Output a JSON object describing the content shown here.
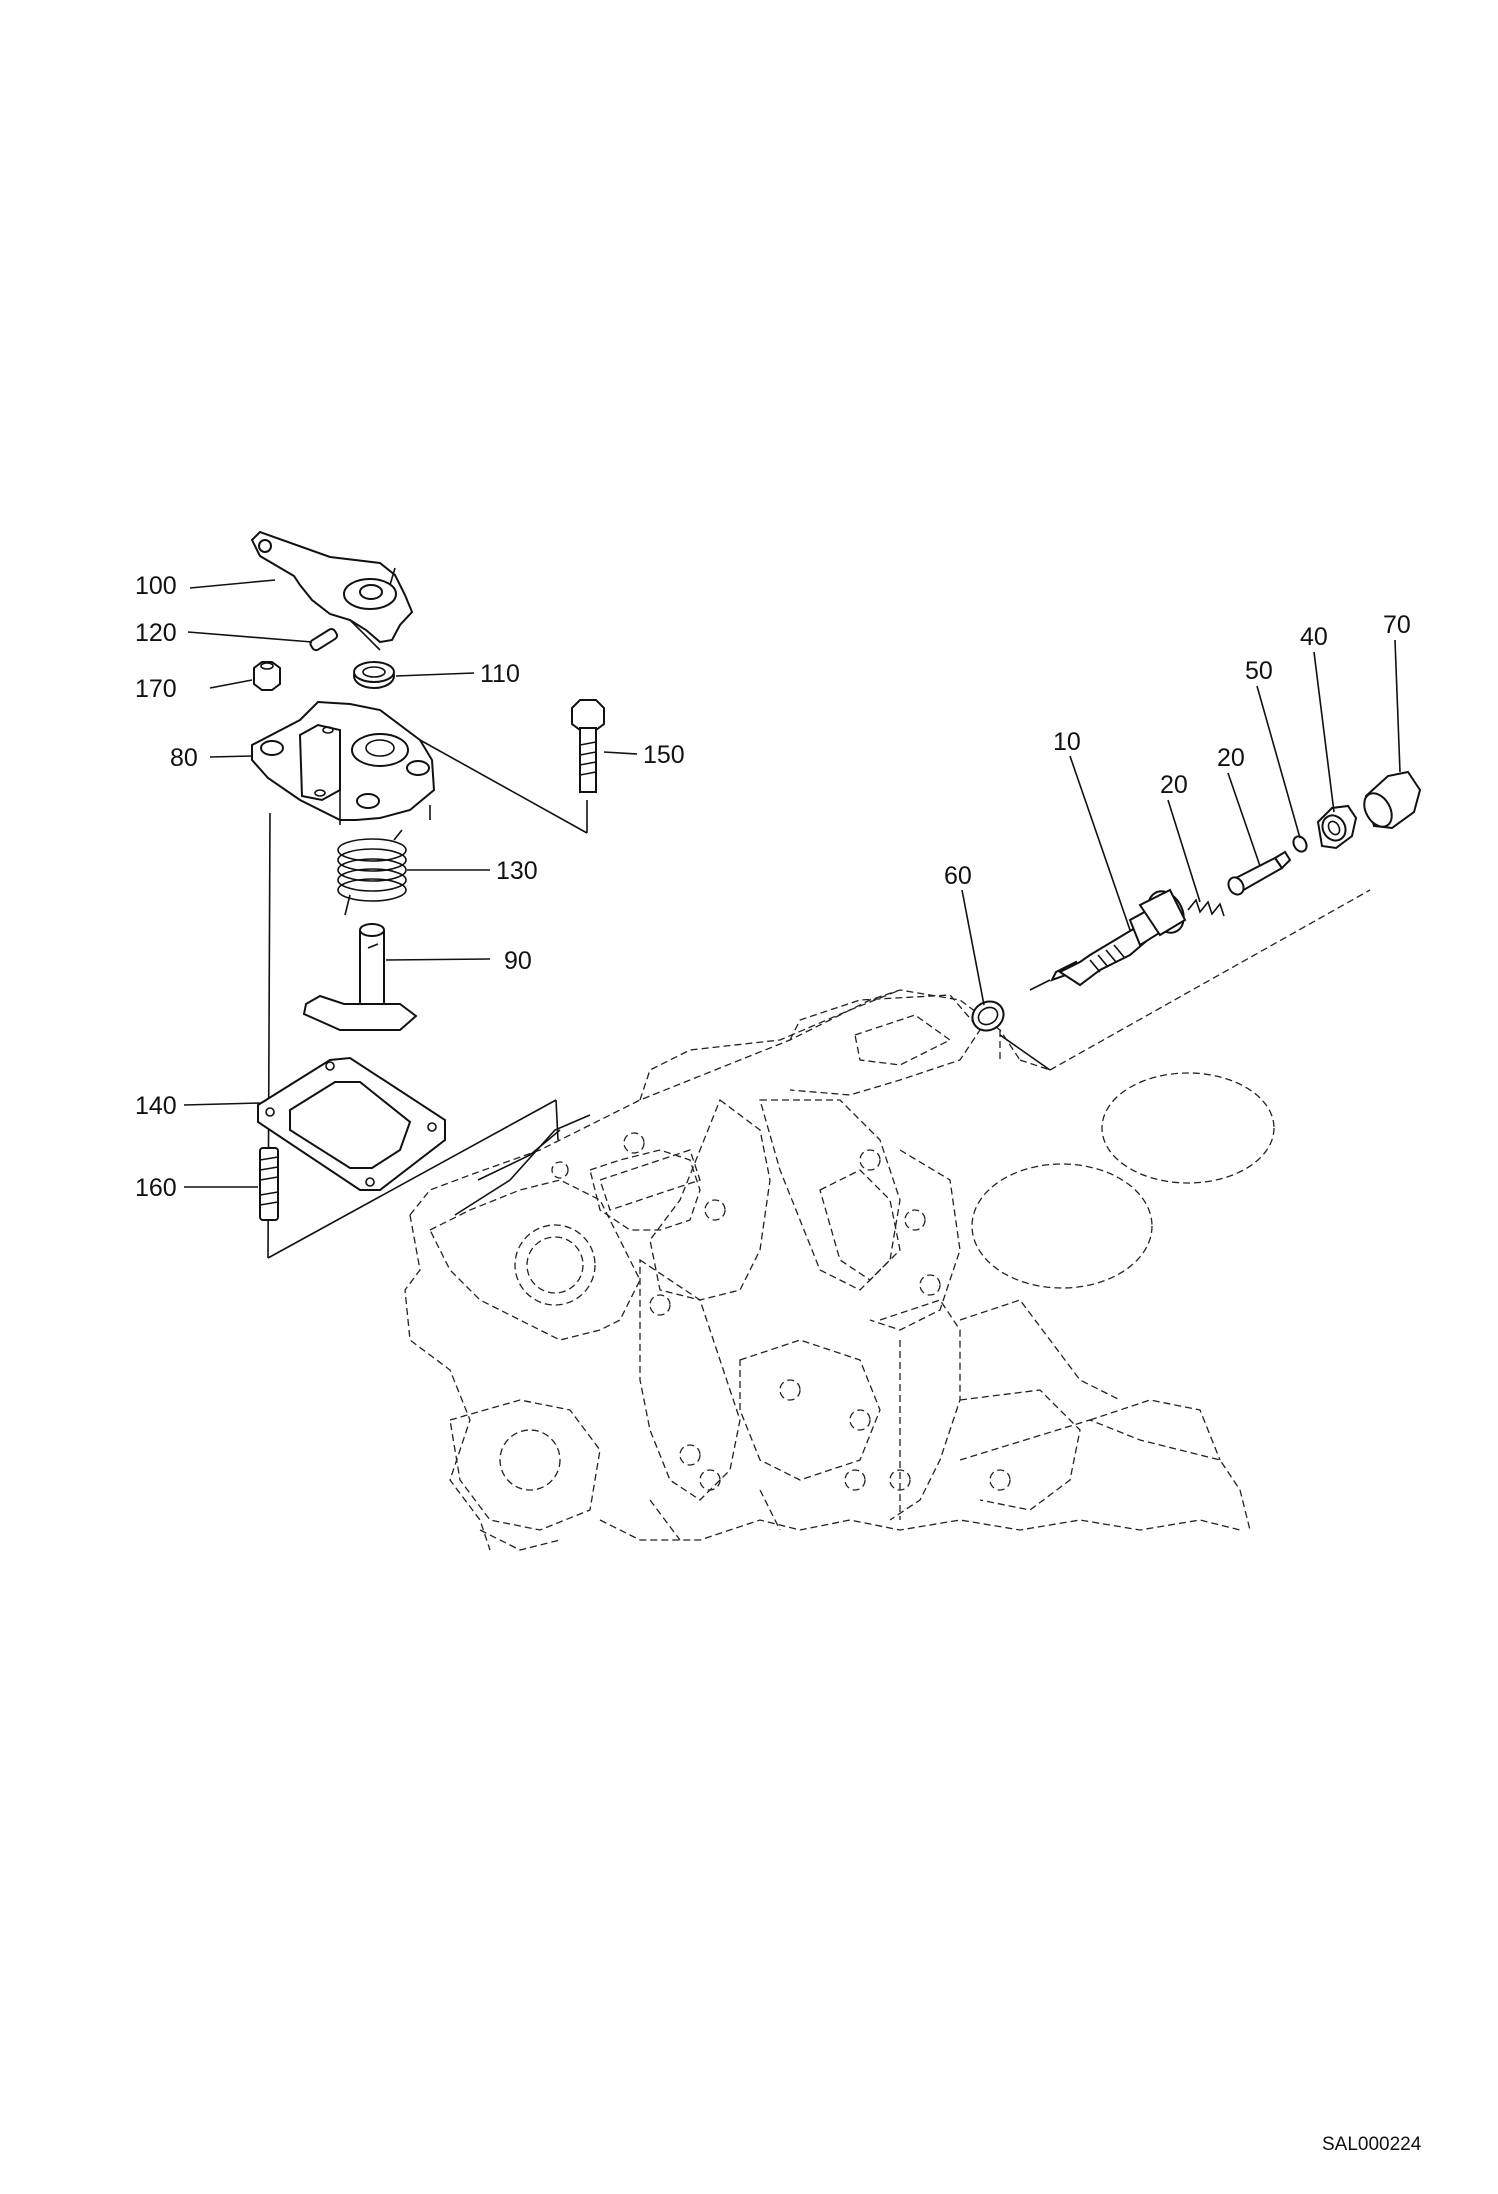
{
  "callouts": {
    "c100": "100",
    "c120": "120",
    "c170": "170",
    "c110": "110",
    "c80": "80",
    "c150": "150",
    "c130": "130",
    "c90": "90",
    "c140": "140",
    "c160": "160",
    "c60": "60",
    "c10": "10",
    "c20a": "20",
    "c20b": "20",
    "c50": "50",
    "c40": "40",
    "c70": "70"
  },
  "reference_code": "SAL000224"
}
